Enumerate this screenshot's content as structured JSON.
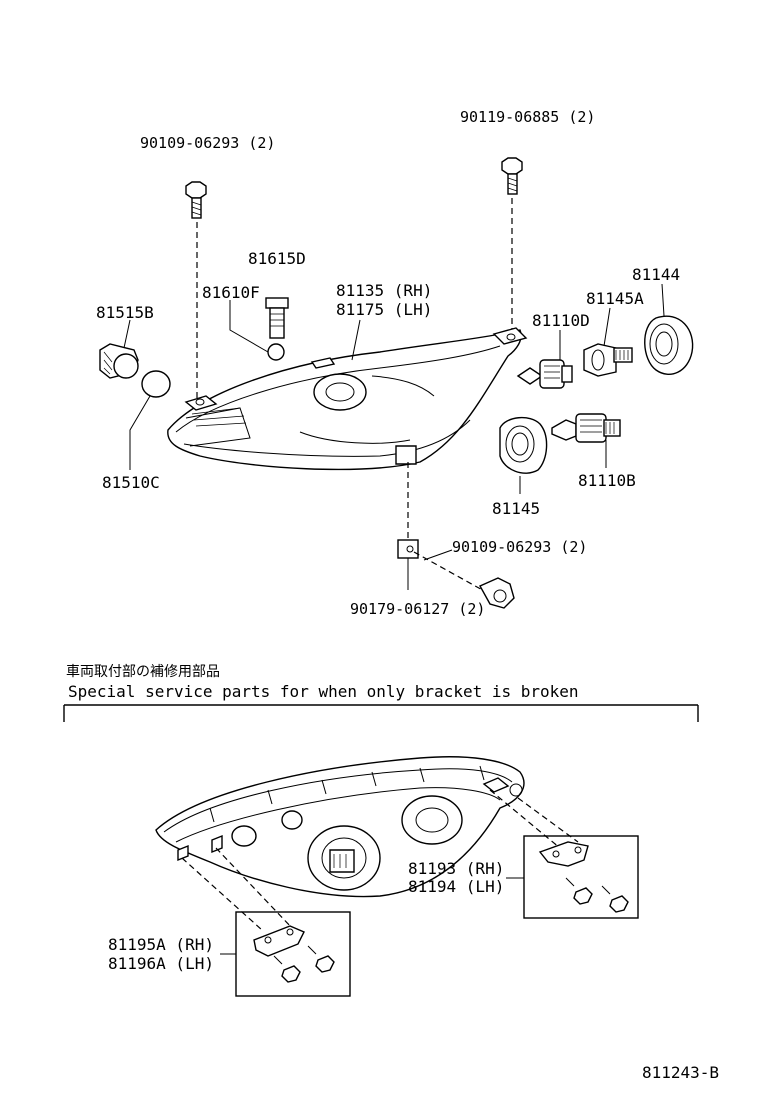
{
  "labels": {
    "bolt_top_left": "90109-06293 (2)",
    "bolt_top_right": "90119-06885 (2)",
    "bulb_81615D": "81615D",
    "socket_81610F": "81610F",
    "lens_rh": "81135 (RH)",
    "lens_lh": "81175 (LH)",
    "socket_81515B": "81515B",
    "bulb_81510C": "81510C",
    "cap_81144": "81144",
    "socket_81145A": "81145A",
    "bulb_81110D": "81110D",
    "cap_81145": "81145",
    "bulb_81110B": "81110B",
    "bolt_bottom": "90109-06293 (2)",
    "nut_bottom": "90179-06127 (2)",
    "bracket_rh": "81193 (RH)",
    "bracket_lh": "81194 (LH)",
    "bracket2_rh": "81195A (RH)",
    "bracket2_lh": "81196A (LH)"
  },
  "section": {
    "japanese_note": "車両取付部の補修用部品",
    "english_note": "Special service parts for when only bracket is broken"
  },
  "figure_code": "811243-B"
}
